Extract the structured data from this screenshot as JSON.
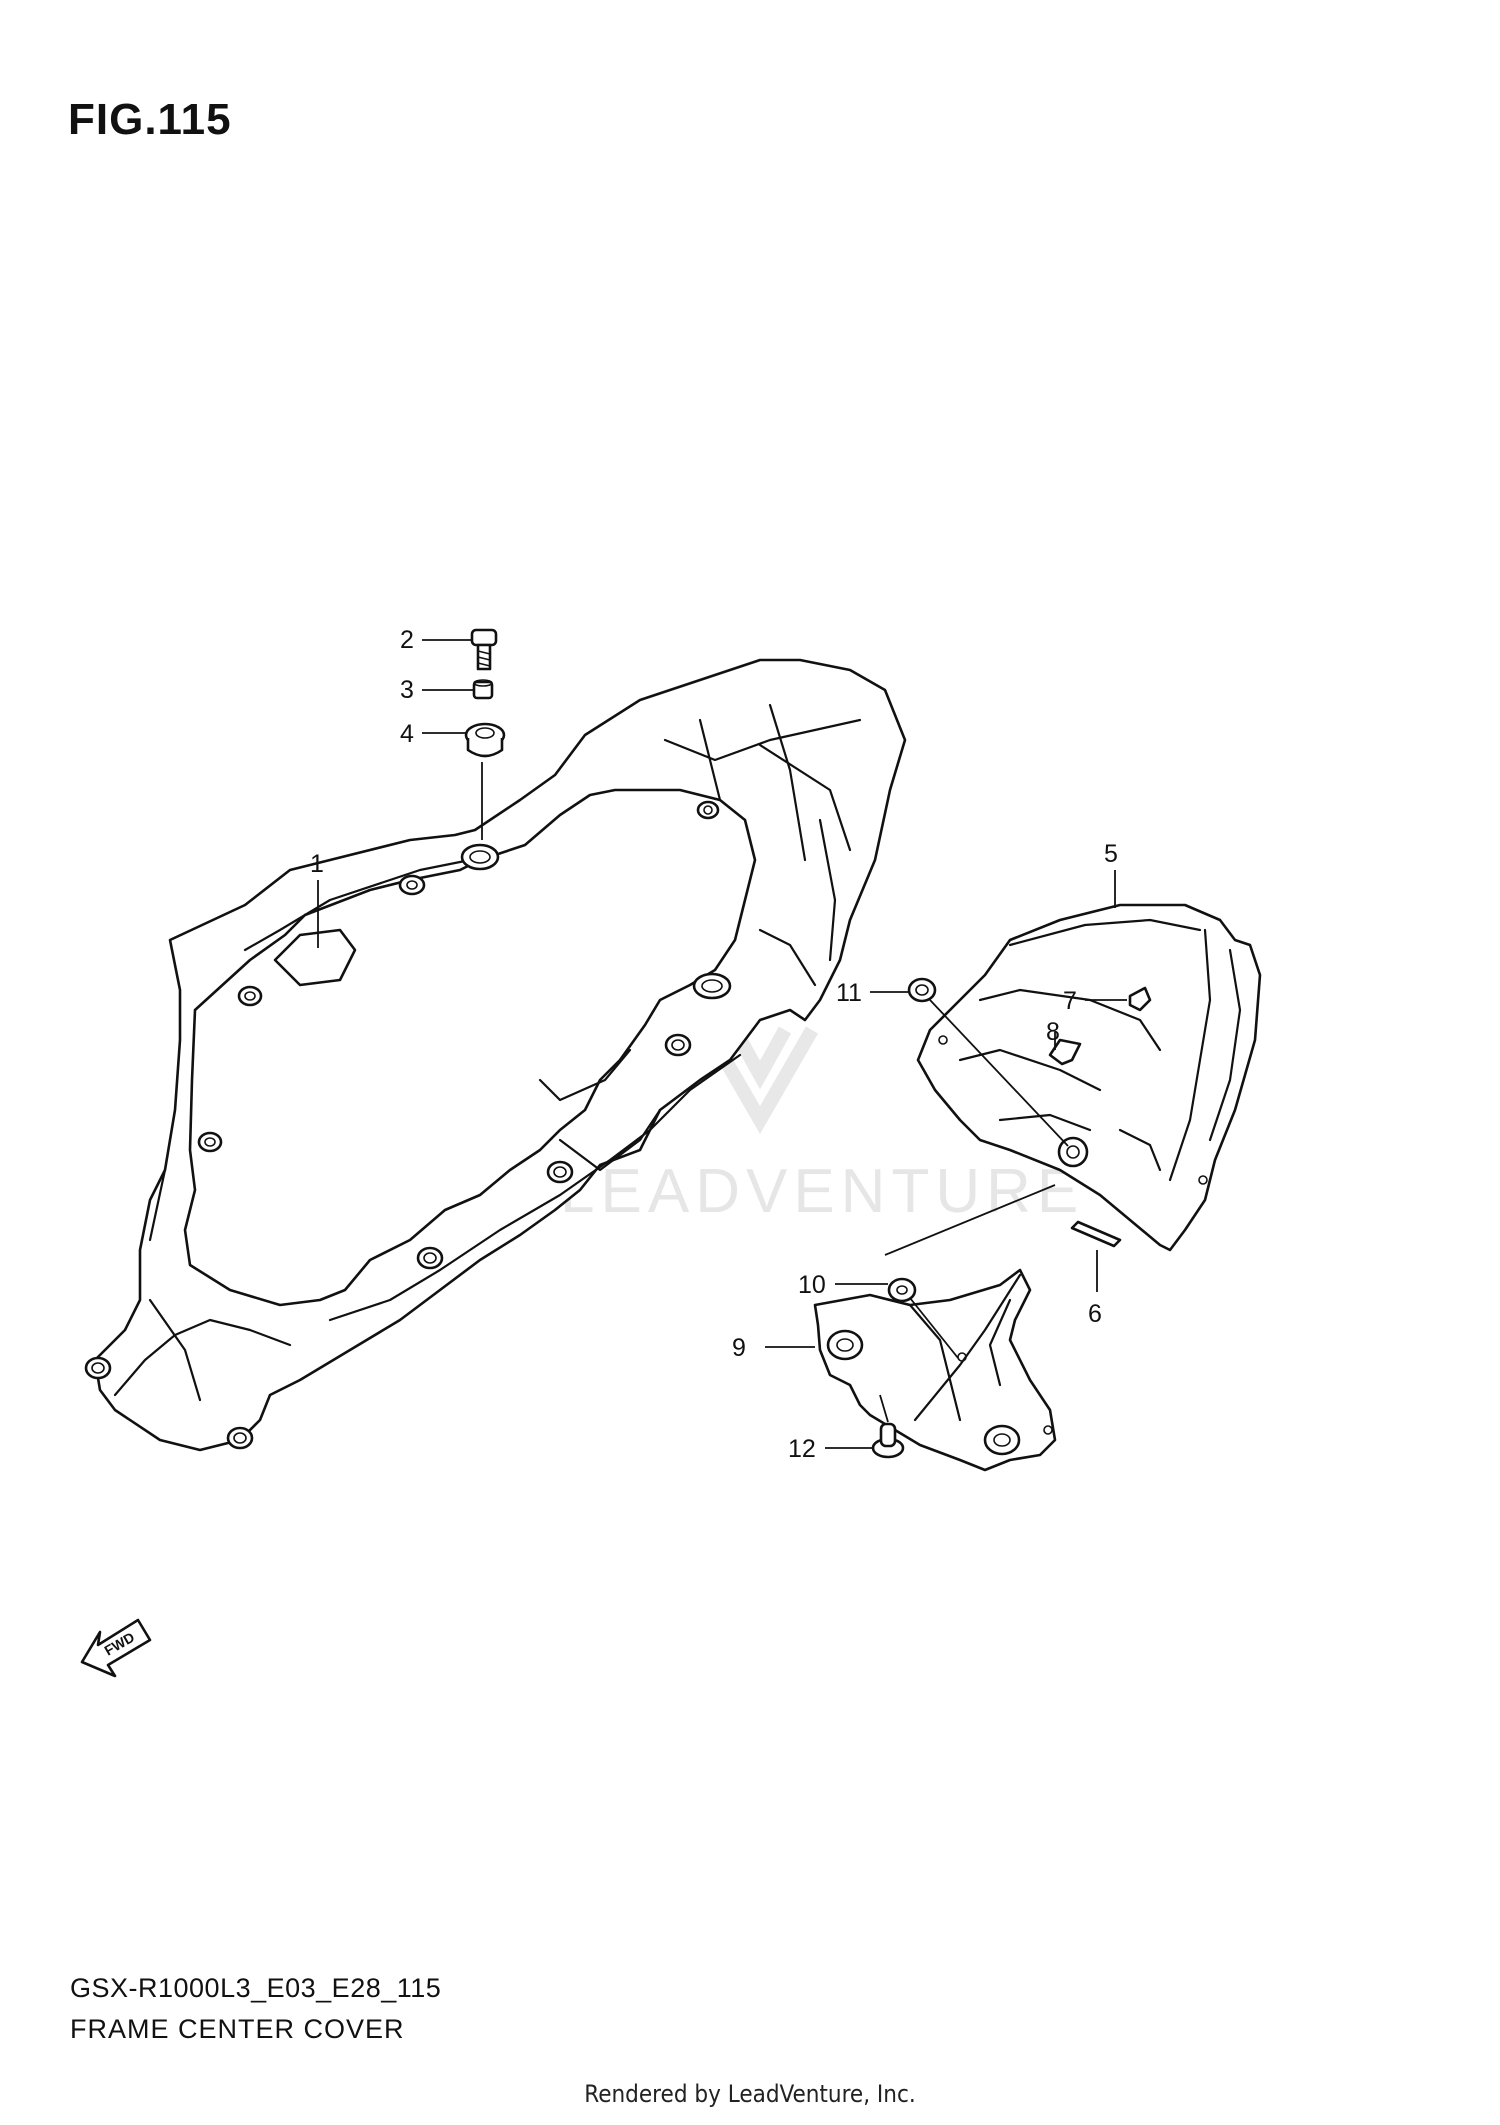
{
  "figure": {
    "title": "FIG.115",
    "model_code": "GSX-R1000L3_E03_E28_115",
    "name": "FRAME CENTER COVER"
  },
  "footer": {
    "text": "Rendered by LeadVenture, Inc."
  },
  "watermark": {
    "text": "LEADVENTURE"
  },
  "fwd_indicator": {
    "text": "FWD"
  },
  "callouts": [
    {
      "id": "c1",
      "label": "1"
    },
    {
      "id": "c2",
      "label": "2"
    },
    {
      "id": "c3",
      "label": "3"
    },
    {
      "id": "c4",
      "label": "4"
    },
    {
      "id": "c5",
      "label": "5"
    },
    {
      "id": "c6",
      "label": "6"
    },
    {
      "id": "c7",
      "label": "7"
    },
    {
      "id": "c8",
      "label": "8"
    },
    {
      "id": "c9",
      "label": "9"
    },
    {
      "id": "c10",
      "label": "10"
    },
    {
      "id": "c11",
      "label": "11"
    },
    {
      "id": "c12",
      "label": "12"
    }
  ]
}
